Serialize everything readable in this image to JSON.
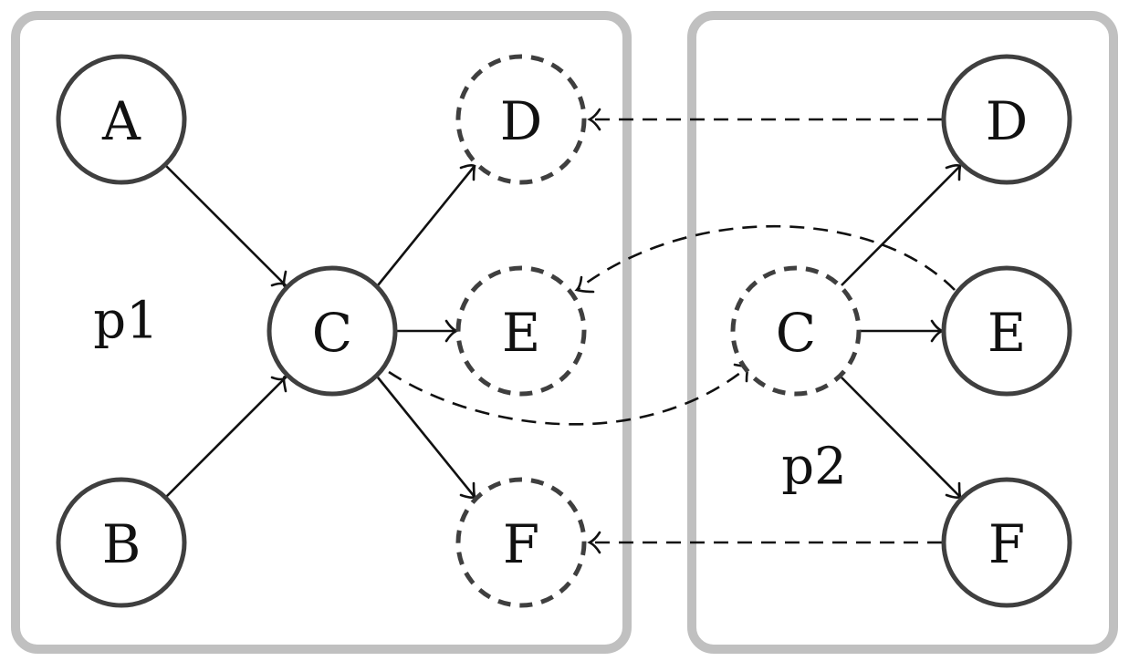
{
  "partitions": [
    {
      "id": "p1",
      "label": "p1"
    },
    {
      "id": "p2",
      "label": "p2"
    }
  ],
  "nodes": [
    {
      "id": "p1-A",
      "label": "A",
      "style": "solid"
    },
    {
      "id": "p1-B",
      "label": "B",
      "style": "solid"
    },
    {
      "id": "p1-C",
      "label": "C",
      "style": "solid"
    },
    {
      "id": "p1-D",
      "label": "D",
      "style": "dashed"
    },
    {
      "id": "p1-E",
      "label": "E",
      "style": "dashed"
    },
    {
      "id": "p1-F",
      "label": "F",
      "style": "dashed"
    },
    {
      "id": "p2-C",
      "label": "C",
      "style": "dashed"
    },
    {
      "id": "p2-D",
      "label": "D",
      "style": "solid"
    },
    {
      "id": "p2-E",
      "label": "E",
      "style": "solid"
    },
    {
      "id": "p2-F",
      "label": "F",
      "style": "solid"
    }
  ],
  "edges": [
    {
      "from": "p1-A",
      "to": "p1-C",
      "style": "solid"
    },
    {
      "from": "p1-B",
      "to": "p1-C",
      "style": "solid"
    },
    {
      "from": "p1-C",
      "to": "p1-D",
      "style": "solid"
    },
    {
      "from": "p1-C",
      "to": "p1-E",
      "style": "solid"
    },
    {
      "from": "p1-C",
      "to": "p1-F",
      "style": "solid"
    },
    {
      "from": "p2-C",
      "to": "p2-D",
      "style": "solid"
    },
    {
      "from": "p2-C",
      "to": "p2-E",
      "style": "solid"
    },
    {
      "from": "p2-C",
      "to": "p2-F",
      "style": "solid"
    },
    {
      "from": "p2-D",
      "to": "p1-D",
      "style": "dashed"
    },
    {
      "from": "p2-F",
      "to": "p1-F",
      "style": "dashed"
    },
    {
      "from": "p1-C",
      "to": "p2-C",
      "style": "dashed"
    },
    {
      "from": "p2-E",
      "to": "p1-E",
      "style": "dashed"
    }
  ],
  "colors": {
    "panel_border": "#c0c0c0",
    "node_border": "#3f3f3f",
    "edge": "#111111"
  }
}
